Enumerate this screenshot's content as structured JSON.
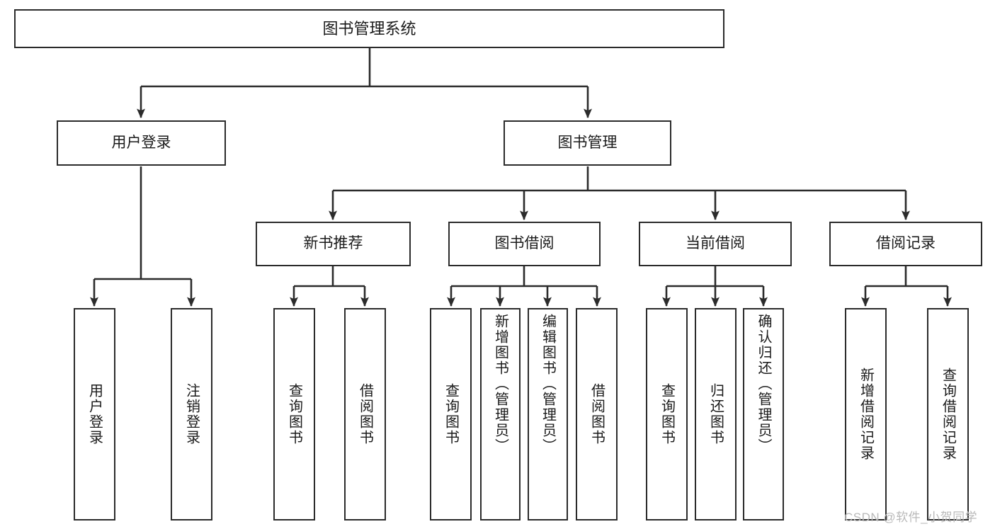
{
  "diagram": {
    "title": "图书管理系统",
    "type": "tree",
    "watermark": "CSDN @软件_小贺同学",
    "colors": {
      "box_border": "#2b2b2b",
      "box_fill": "#ffffff",
      "connector": "#2b2b2b",
      "text": "#1a1a1a",
      "watermark": "#b9b9b9",
      "background": "#ffffff"
    },
    "levels": {
      "root": {
        "label": "图书管理系统"
      },
      "level2": [
        {
          "id": "user-login",
          "label": "用户登录"
        },
        {
          "id": "book-manage",
          "label": "图书管理"
        }
      ],
      "level3": [
        {
          "id": "new-book-rec",
          "label": "新书推荐"
        },
        {
          "id": "book-borrow",
          "label": "图书借阅"
        },
        {
          "id": "current-borrow",
          "label": "当前借阅"
        },
        {
          "id": "borrow-record",
          "label": "借阅记录"
        }
      ],
      "leaves": {
        "user-login": [
          {
            "id": "leaf-user-login",
            "label": "用户登录"
          },
          {
            "id": "leaf-user-logout",
            "label": "注销登录"
          }
        ],
        "new-book-rec": [
          {
            "id": "leaf-query-book-1",
            "label": "查询图书"
          },
          {
            "id": "leaf-borrow-book-1",
            "label": "借阅图书"
          }
        ],
        "book-borrow": [
          {
            "id": "leaf-query-book-2",
            "label": "查询图书"
          },
          {
            "id": "leaf-add-book",
            "label": "新增图书（管理员）"
          },
          {
            "id": "leaf-edit-book",
            "label": "编辑图书（管理员）"
          },
          {
            "id": "leaf-borrow-book-2",
            "label": "借阅图书"
          }
        ],
        "current-borrow": [
          {
            "id": "leaf-query-book-3",
            "label": "查询图书"
          },
          {
            "id": "leaf-return-book",
            "label": "归还图书"
          },
          {
            "id": "leaf-confirm-return",
            "label": "确认归还（管理员）"
          }
        ],
        "borrow-record": [
          {
            "id": "leaf-add-record",
            "label": "新增借阅记录"
          },
          {
            "id": "leaf-query-record",
            "label": "查询借阅记录"
          }
        ]
      }
    }
  }
}
